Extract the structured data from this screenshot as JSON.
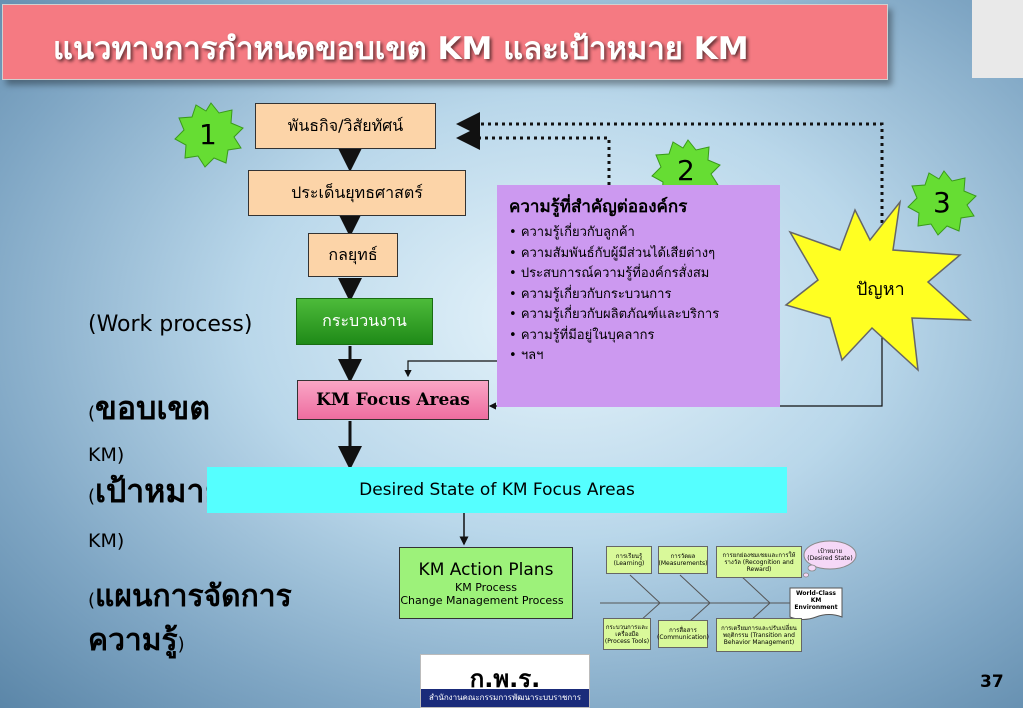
{
  "title": "แนวทางการกำหนดขอบเขต KM และเป้าหมาย KM",
  "badges": [
    "1",
    "2",
    "3"
  ],
  "flow": {
    "mission": "พันธกิจ/วิสัยทัศน์",
    "issues": "ประเด็นยุทธศาสตร์",
    "strategy": "กลยุทธ์",
    "process": "กระบวนงาน",
    "focus": "KM Focus Areas"
  },
  "problem": "ปัญหา",
  "knowledge": {
    "title": "ความรู้ที่สำคัญต่อองค์กร",
    "items": [
      "ความรู้เกี่ยวกับลูกค้า",
      "ความสัมพันธ์กับผู้มีส่วนได้เสียต่างๆ",
      "ประสบการณ์ความรู้ที่องค์กรสั่งสม",
      "ความรู้เกี่ยวกับกระบวนการ",
      "ความรู้เกี่ยวกับผลิตภัณฑ์และบริการ",
      "ความรู้ที่มีอยู่ในบุคลากร",
      "ฯลฯ"
    ]
  },
  "labels": {
    "work_process": "(Work process)",
    "scope_open": "(",
    "scope_main": "ขอบเขต",
    "scope_tail": "KM)",
    "goal_open": "(",
    "goal_main": "เป้าหมาย",
    "goal_tail": "KM)",
    "plan_open": "(",
    "plan_main": "แผนการจัดการ",
    "plan_line2": "ความรู้",
    "plan_close": ")"
  },
  "desired_state": "Desired State of KM Focus Areas",
  "action_plan": {
    "title": "KM Action Plans",
    "line1": "KM Process",
    "line2": "Change Management Process"
  },
  "mini_diagram": {
    "top": [
      "การเรียนรู้ (Learning)",
      "การวัดผล (Measurements)",
      "การยกย่องชมเชยและการให้รางวัล (Recognition and Reward)"
    ],
    "bottom": [
      "กระบวนการและเครื่องมือ (Process Tools)",
      "การสื่อสาร (Communication)",
      "การเตรียมการและปรับเปลี่ยนพฤติกรรม (Transition and Behavior Management)"
    ],
    "cloud": "เป้าหมาย (Desired State)",
    "result": "World-Class KM Environment"
  },
  "logo": {
    "abbr": "ก.พ.ร.",
    "org": "สำนักงานคณะกรรมการพัฒนาระบบราชการ"
  },
  "page_number": "37",
  "colors": {
    "title_bar": "#f57a82",
    "peach": "#fcd4a8",
    "green": "#2a9a20",
    "pink": "#f080ad",
    "purple": "#cc99f0",
    "cyan": "#55ffff",
    "action_green": "#9df27a",
    "badge_green": "#66dd33",
    "burst_yellow": "#ffff22"
  }
}
